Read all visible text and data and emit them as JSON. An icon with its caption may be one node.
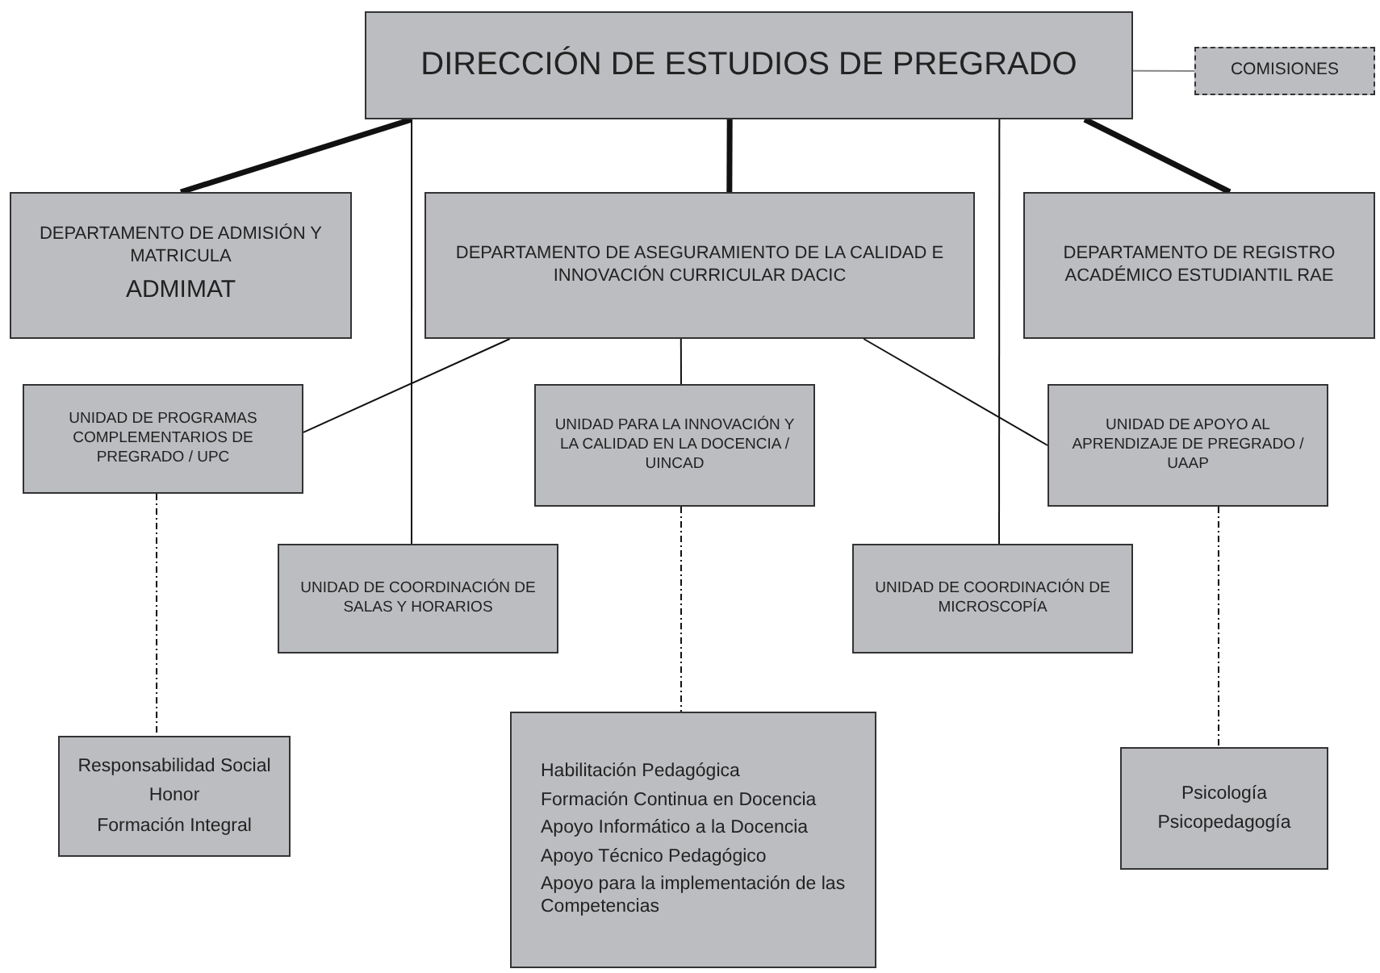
{
  "diagram": {
    "nodes": [
      {
        "text": [
          "DIRECCIÓN DE ESTUDIOS DE PREGRADO"
        ]
      },
      {
        "text": [
          "COMISIONES"
        ]
      },
      {
        "text": [
          "DEPARTAMENTO DE ADMISIÓN Y MATRICULA",
          "ADMIMAT"
        ]
      },
      {
        "text": [
          "DEPARTAMENTO DE ASEGURAMIENTO DE LA CALIDAD E INNOVACIÓN CURRICULAR DACIC"
        ]
      },
      {
        "text": [
          "DEPARTAMENTO DE REGISTRO ACADÉMICO ESTUDIANTIL RAE"
        ]
      },
      {
        "text": [
          "UNIDAD DE PROGRAMAS COMPLEMENTARIOS DE PREGRADO / UPC"
        ]
      },
      {
        "text": [
          "UNIDAD PARA LA INNOVACIÓN Y LA CALIDAD EN LA DOCENCIA / UINCAD"
        ]
      },
      {
        "text": [
          "UNIDAD DE APOYO AL APRENDIZAJE DE PREGRADO / UAAP"
        ]
      },
      {
        "text": [
          "UNIDAD DE COORDINACIÓN DE SALAS Y HORARIOS"
        ]
      },
      {
        "text": [
          "UNIDAD DE COORDINACIÓN DE MICROSCOPÍA"
        ]
      },
      {
        "text": [
          "Responsabilidad Social",
          "Honor",
          "Formación Integral"
        ]
      },
      {
        "text": [
          "Habilitación Pedagógica",
          "Formación Continua en Docencia",
          "Apoyo Informático a la Docencia",
          "Apoyo Técnico Pedagógico",
          "Apoyo para la implementación de las Competencias"
        ]
      },
      {
        "text": [
          "Psicología",
          "Psicopedagogía"
        ]
      }
    ],
    "edges": [
      {
        "from": 0,
        "to": 1,
        "arrow": "none",
        "color": "#888888"
      },
      {
        "from": 0,
        "to": 2,
        "arrow": "none",
        "style": "thick"
      },
      {
        "from": 0,
        "to": 3,
        "arrow": "none",
        "style": "thick"
      },
      {
        "from": 0,
        "to": 4,
        "arrow": "none",
        "style": "thick"
      },
      {
        "from": 0,
        "to": 8,
        "arrow": "none"
      },
      {
        "from": 0,
        "to": 9,
        "arrow": "none"
      },
      {
        "from": 3,
        "to": 5,
        "arrow": "none"
      },
      {
        "from": 3,
        "to": 6,
        "arrow": "none"
      },
      {
        "from": 3,
        "to": 7,
        "arrow": "none"
      },
      {
        "from": 5,
        "to": 10,
        "arrow": "none",
        "style": "dashed"
      },
      {
        "from": 6,
        "to": 11,
        "arrow": "none",
        "style": "dashed"
      },
      {
        "from": 7,
        "to": 12,
        "arrow": "none",
        "style": "dashed"
      }
    ]
  }
}
